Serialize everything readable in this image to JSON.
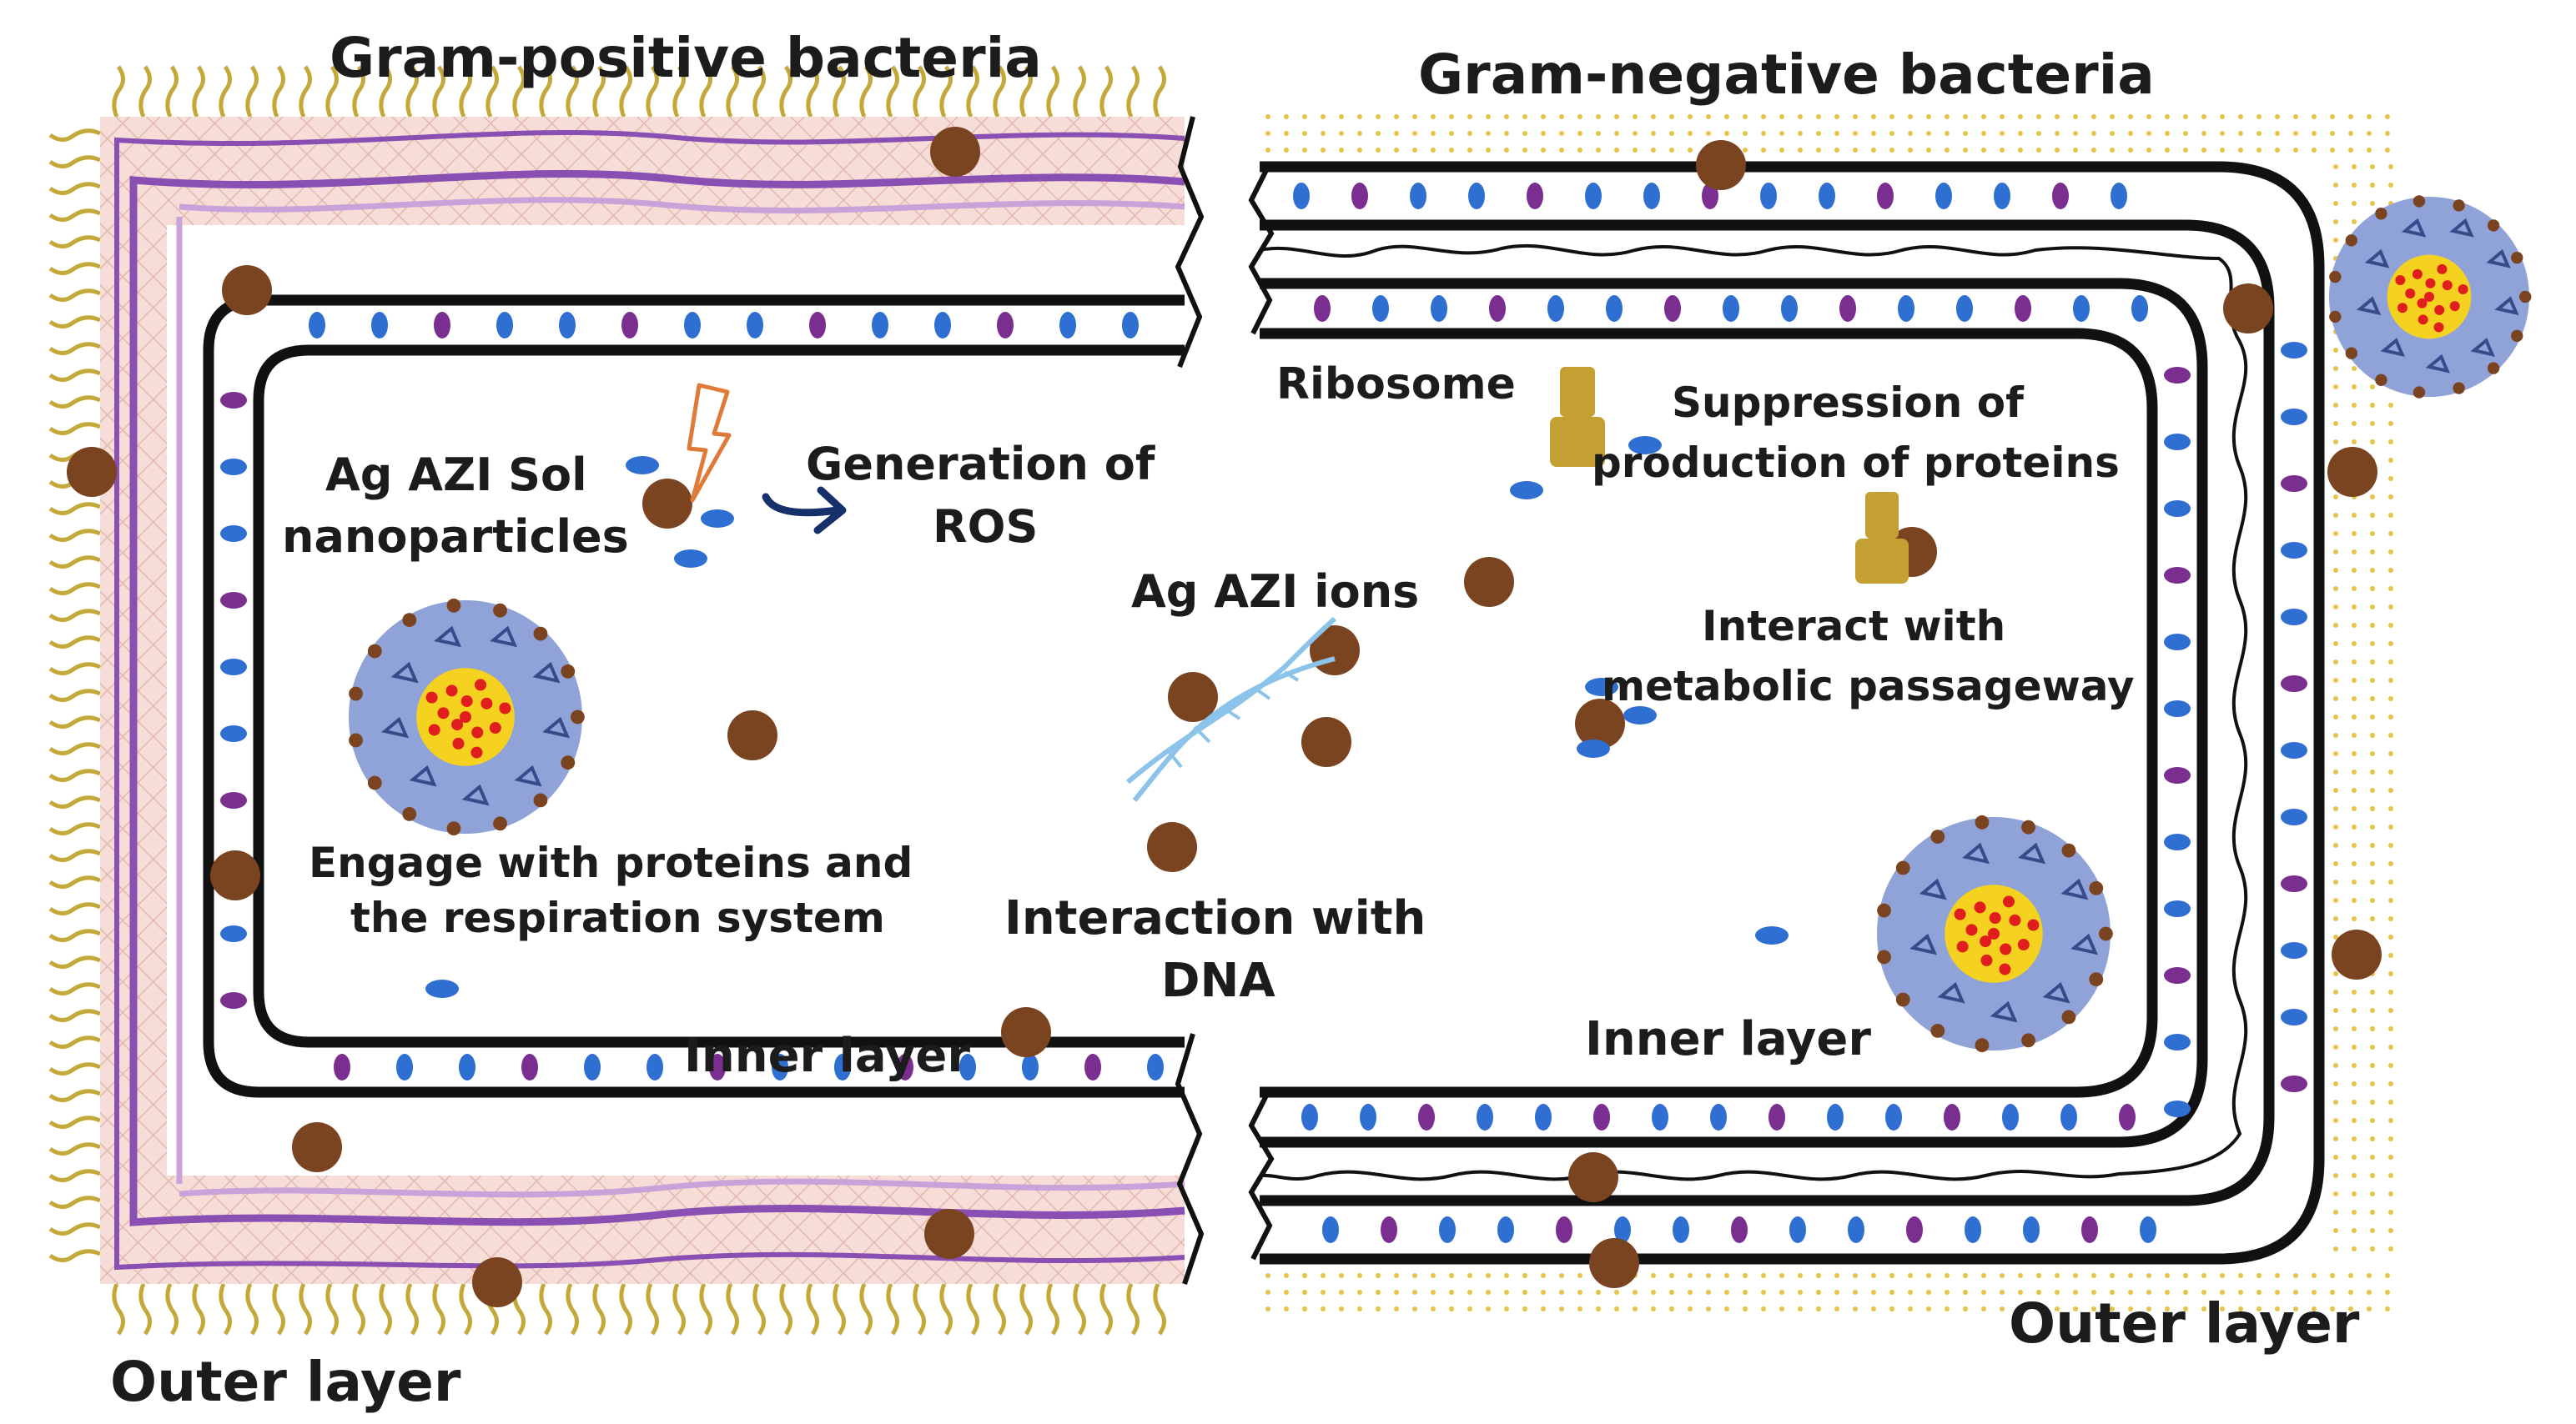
{
  "headings": {
    "gram_positive": "Gram-positive bacteria",
    "gram_negative": "Gram-negative bacteria"
  },
  "labels": {
    "outer_layer_left": "Outer layer",
    "outer_layer_right": "Outer layer",
    "inner_layer_left": "Inner layer",
    "inner_layer_right": "Inner layer",
    "nanoparticles_line1": "Ag AZI Sol",
    "nanoparticles_line2": "nanoparticles",
    "ros_line1": "Generation of",
    "ros_line2": "ROS",
    "ions": "Ag AZI ions",
    "dna_line1": "Interaction with",
    "dna_line2": "DNA",
    "engage_line1": "Engage with proteins and",
    "engage_line2": "the respiration system",
    "ribosome": "Ribosome",
    "suppression_line1": "Suppression of",
    "suppression_line2": "production of proteins",
    "metabolic_line1": "Interact with",
    "metabolic_line2": "metabolic passageway"
  },
  "colors": {
    "membrane": "#111111",
    "peptidoglycan_fill": "#f6ddd8",
    "peptidoglycan_mesh": "#e3b8b0",
    "purple_band": "#8a4fb3",
    "purple_light": "#c8a2d9",
    "teichoic_hair": "#c4a83a",
    "lps_dots": "#e8c34a",
    "protein_blue": "#2f6fd1",
    "protein_purple": "#7a2e8f",
    "ag_particle": "#7a4420",
    "nanoparticle_shell": "#8fa3d9",
    "nanoparticle_core": "#f4d21f",
    "nanoparticle_core_dots": "#e01e1e",
    "ribosome": "#c4a032",
    "dna": "#8cc3ea",
    "ros_bolt": "#e07a38",
    "arrow": "#16306b"
  },
  "icons": {
    "ros": "lightning-bolt-icon",
    "arrow": "curved-arrow-icon",
    "dna": "dna-helix-icon",
    "ribosome": "ribosome-icon"
  }
}
